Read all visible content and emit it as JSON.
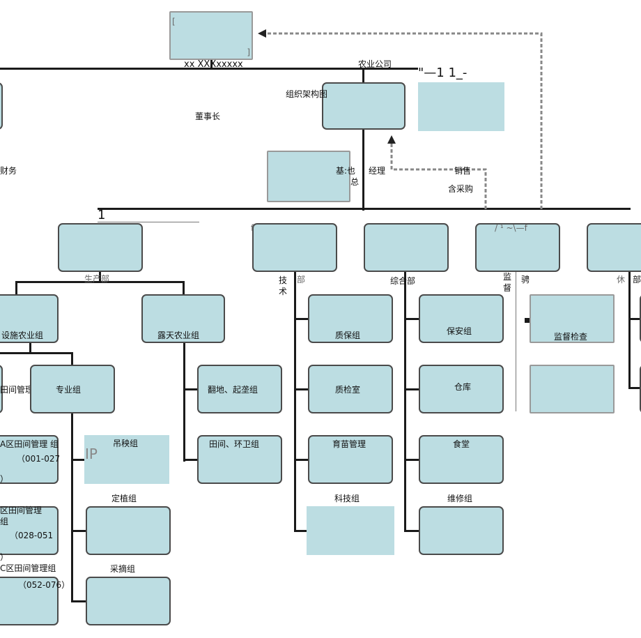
{
  "header": {
    "title_line": "xx XXXxxxxx",
    "company": "农业公司",
    "chart_name": "组织架构图",
    "chairman": "董事长",
    "finance": "财务",
    "deputy_tag": "基:也",
    "general_mark": "总",
    "manager": "经理",
    "sales": "销售",
    "purchasing": "含采购",
    "scan_marks": "\"—1   1_-"
  },
  "departments": {
    "production": "生产部",
    "tech_1": "技",
    "tech_2": "术",
    "tech_dept": "部",
    "general_affairs": "综合部",
    "supervision_1": "监",
    "supervision_2": "督",
    "supervision_mark": "骋",
    "leisure": "休",
    "leisure_dept": "部",
    "row_mark": "1",
    "row_mark_2": "f",
    "row_mark_3": "/ ¹ ~\\—f"
  },
  "production": {
    "facility": "设施农业组",
    "openfield": "露天农业组",
    "field_mgmt": "田间管理组",
    "specialist": "专业组",
    "a_zone_1": "A区田间管理  组",
    "a_zone_2": "（001-027",
    "a_zone_3": "）",
    "b_zone_1": "区田间管理",
    "b_zone_2": "组",
    "b_zone_3": "（028-051",
    "b_zone_4": "）",
    "c_zone_1": "C区田间管理组",
    "c_zone_2": "（052-076）",
    "seedling_lift": "吊秧组",
    "ip_mark": "IP",
    "planting": "定植组",
    "picking": "采摘组",
    "plowing": "翻地、起垄组",
    "field_env": "田间、环卫组"
  },
  "tech": {
    "qa": "质保组",
    "qc": "质检室",
    "nursery": "育苗管理",
    "science": "科技组"
  },
  "general": {
    "security": "保安组",
    "warehouse": "仓库",
    "canteen": "食堂",
    "maintenance": "维修组"
  },
  "supervision": {
    "inspect": "监督检查"
  }
}
